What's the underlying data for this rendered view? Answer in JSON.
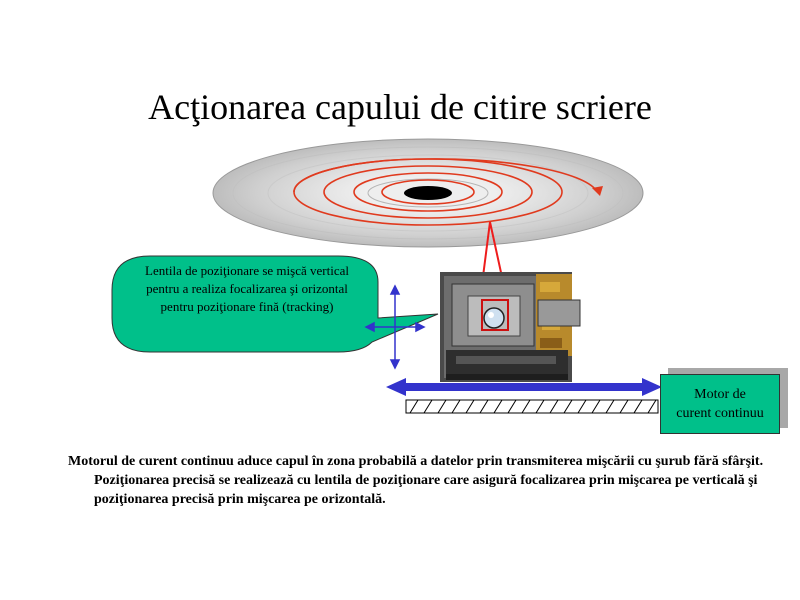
{
  "slide": {
    "title": "Acţionarea capului de citire scriere",
    "callout_text": "Lentila de poziţionare se mişcă vertical pentru a realiza focalizarea şi orizontal pentru poziţionare fină (tracking)",
    "motor_label_line1": "Motor de",
    "motor_label_line2": "curent continuu",
    "description": "Motorul de curent continuu aduce capul în zona probabilă a datelor prin transmiterea mişcării cu şurub fără sfârşit. Poziţionarea precisă se realizează cu lentila de poziţionare care asigură focalizarea prin mişcarea pe verticală şi poziţionarea precisă prin mişcarea pe orizontală."
  },
  "colors": {
    "callout_fill": "#00c08a",
    "motor_fill": "#00c08a",
    "arrow_blue": "#3333cc",
    "track_red": "#e03a1e",
    "laser_red": "#ee1c1c",
    "disc_gray": "#d4d4d4"
  }
}
